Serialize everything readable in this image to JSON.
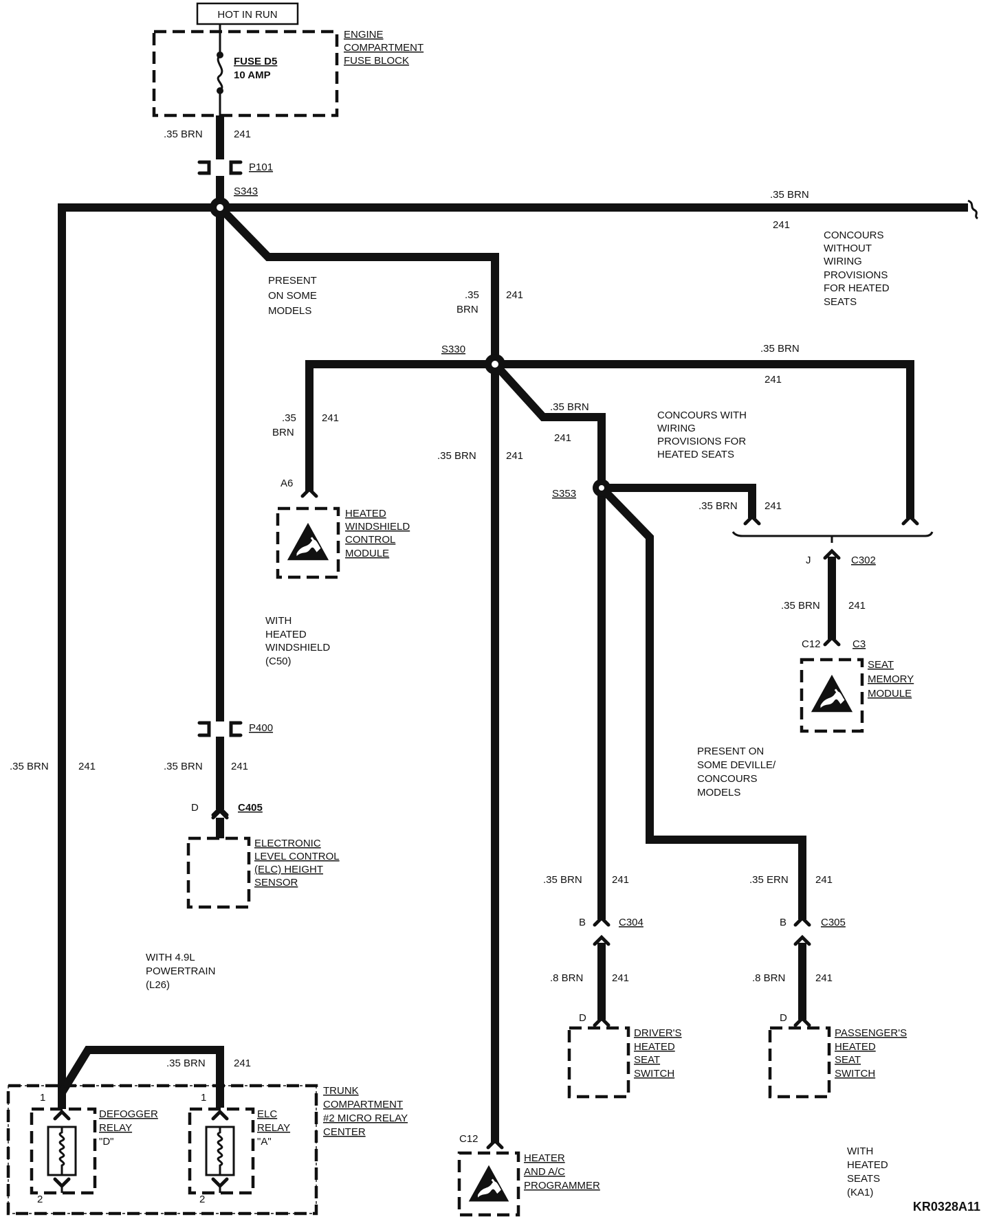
{
  "power": {
    "hot_in_run": "HOT IN RUN",
    "fuse_block": [
      "ENGINE",
      "COMPARTMENT",
      "FUSE BLOCK"
    ],
    "fuse_name": "FUSE D5",
    "fuse_rating": "10 AMP"
  },
  "wire_labels": {
    "brn": ".35 BRN",
    "circuit": "241",
    "brn_dot": ".35",
    "brn_word": "BRN",
    "brn_08": ".8 BRN",
    "erm": ".35 ERN"
  },
  "connectors": {
    "p101": "P101",
    "p400": "P400",
    "c405": "C405",
    "c405_pin": "D",
    "c302": "C302",
    "c302_pin": "J",
    "c3": "C3",
    "c12": "C12",
    "c304": "C304",
    "c305": "C305",
    "pin_b": "B",
    "pin_d": "D",
    "a6": "A6",
    "pin_1": "1",
    "pin_2": "2"
  },
  "splices": {
    "s343": "S343",
    "s330": "S330",
    "s353": "S353"
  },
  "notes": {
    "concours_without": [
      "CONCOURS",
      "WITHOUT",
      "WIRING",
      "PROVISIONS",
      "FOR HEATED",
      "SEATS"
    ],
    "present_some": [
      "PRESENT",
      "ON SOME",
      "MODELS"
    ],
    "concours_with": [
      "CONCOURS WITH",
      "WIRING",
      "PROVISIONS  FOR",
      "HEATED SEATS"
    ],
    "with_heated_windshield": [
      "WITH",
      "HEATED",
      "WINDSHIELD",
      "(C50)"
    ],
    "present_deville": [
      "PRESENT ON",
      "SOME DEVILLE/",
      "CONCOURS",
      "MODELS"
    ],
    "with_powertrain": [
      "WITH 4.9L",
      "POWERTRAIN",
      "(L26)"
    ],
    "with_heated_seats": [
      "WITH",
      "HEATED",
      "SEATS",
      "(KA1)"
    ]
  },
  "components": {
    "heated_windshield": [
      "HEATED",
      "WINDSHIELD",
      "CONTROL",
      "MODULE"
    ],
    "seat_memory": [
      "SEAT",
      "MEMORY",
      "MODULE"
    ],
    "elc_sensor": [
      "ELECTRONIC",
      "LEVEL CONTROL",
      "(ELC) HEIGHT",
      "SENSOR"
    ],
    "drivers_seat": [
      "DRIVER'S",
      "HEATED",
      "SEAT",
      "SWITCH"
    ],
    "passengers_seat": [
      "PASSENGER'S",
      "HEATED",
      "SEAT",
      "SWITCH"
    ],
    "trunk_center": [
      "TRUNK",
      "COMPARTMENT",
      "#2 MICRO RELAY",
      "CENTER"
    ],
    "defogger_relay": [
      "DEFOGGER",
      "RELAY",
      "\"D\""
    ],
    "elc_relay": [
      "ELC",
      "RELAY",
      "\"A\""
    ],
    "hvac_programmer": [
      "HEATER",
      "AND A/C",
      "PROGRAMMER"
    ]
  },
  "diagram_code": "KR0328A11"
}
